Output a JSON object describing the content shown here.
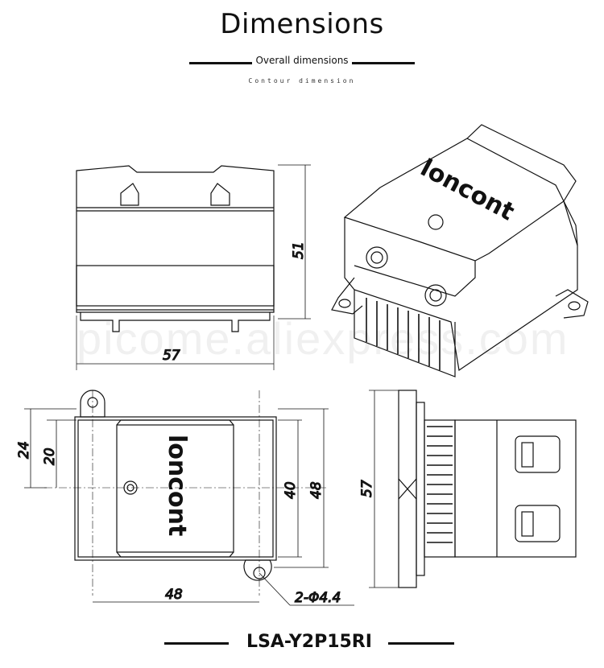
{
  "header": {
    "title": "Dimensions",
    "subtitle": "Overall dimensions",
    "subtitle_secondary": "Contour dimension"
  },
  "watermark": "picome.aliexpress.com",
  "brand": "loncont",
  "dimensions": {
    "front_width": "57",
    "front_height": "51",
    "top_length": "48",
    "top_width_outer": "48",
    "top_width_inner": "40",
    "hole_offset_outer": "24",
    "hole_offset_inner": "20",
    "side_height": "57",
    "hole_spec": "2-Φ4.4"
  },
  "footer": {
    "model": "LSA-Y2P15RI"
  }
}
